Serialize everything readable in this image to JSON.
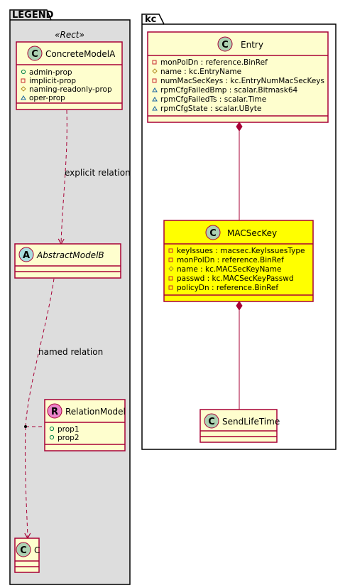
{
  "legend": {
    "title": "LEGEND",
    "stereotype": "«Rect»",
    "concrete_model": {
      "name": "ConcreteModelA",
      "glyph": "C",
      "attributes": [
        {
          "vis": "+",
          "text": "admin-prop"
        },
        {
          "vis": "-",
          "text": "implicit-prop"
        },
        {
          "vis": "#",
          "text": "naming-readonly-prop"
        },
        {
          "vis": "~",
          "text": "oper-prop"
        }
      ]
    },
    "abstract_model": {
      "name": "AbstractModelB",
      "glyph": "A"
    },
    "relation_model": {
      "name": "RelationModel",
      "glyph": "R",
      "attributes": [
        {
          "vis": "+",
          "text": "prop1"
        },
        {
          "vis": "+",
          "text": "prop2"
        }
      ]
    },
    "class_c": {
      "name": "C",
      "glyph": "C"
    },
    "edge_explicit": "explicit relation",
    "edge_named": "named relation"
  },
  "kc": {
    "title": "kc",
    "entry": {
      "name": "Entry",
      "glyph": "C",
      "attributes": [
        {
          "vis": "-",
          "text": "monPolDn : reference.BinRef"
        },
        {
          "vis": "#",
          "text": "name : kc.EntryName"
        },
        {
          "vis": "-",
          "text": "numMacSecKeys : kc.EntryNumMacSecKeys"
        },
        {
          "vis": "~",
          "text": "rpmCfgFailedBmp : scalar.Bitmask64"
        },
        {
          "vis": "~",
          "text": "rpmCfgFailedTs : scalar.Time"
        },
        {
          "vis": "~",
          "text": "rpmCfgState : scalar.UByte"
        }
      ]
    },
    "macseckey": {
      "name": "MACSecKey",
      "glyph": "C",
      "attributes": [
        {
          "vis": "-",
          "text": "keyIssues : macsec.KeyIssuesType"
        },
        {
          "vis": "-",
          "text": "monPolDn : reference.BinRef"
        },
        {
          "vis": "#",
          "text": "name : kc.MACSecKeyName"
        },
        {
          "vis": "-",
          "text": "passwd : kc.MACSecKeyPasswd"
        },
        {
          "vis": "-",
          "text": "policyDn : reference.BinRef"
        }
      ]
    },
    "sendlifetime": {
      "name": "SendLifeTime",
      "glyph": "C"
    }
  },
  "colors": {
    "package_legend_fill": "#dddddd",
    "package_kc_fill": "#ffffff",
    "class_fill": "#fefece",
    "class_highlight_fill": "#ffff00",
    "border": "#a80036",
    "glyph_concrete": "#add1b2",
    "glyph_abstract": "#a9dcdf",
    "glyph_relation": "#ea84c9"
  }
}
